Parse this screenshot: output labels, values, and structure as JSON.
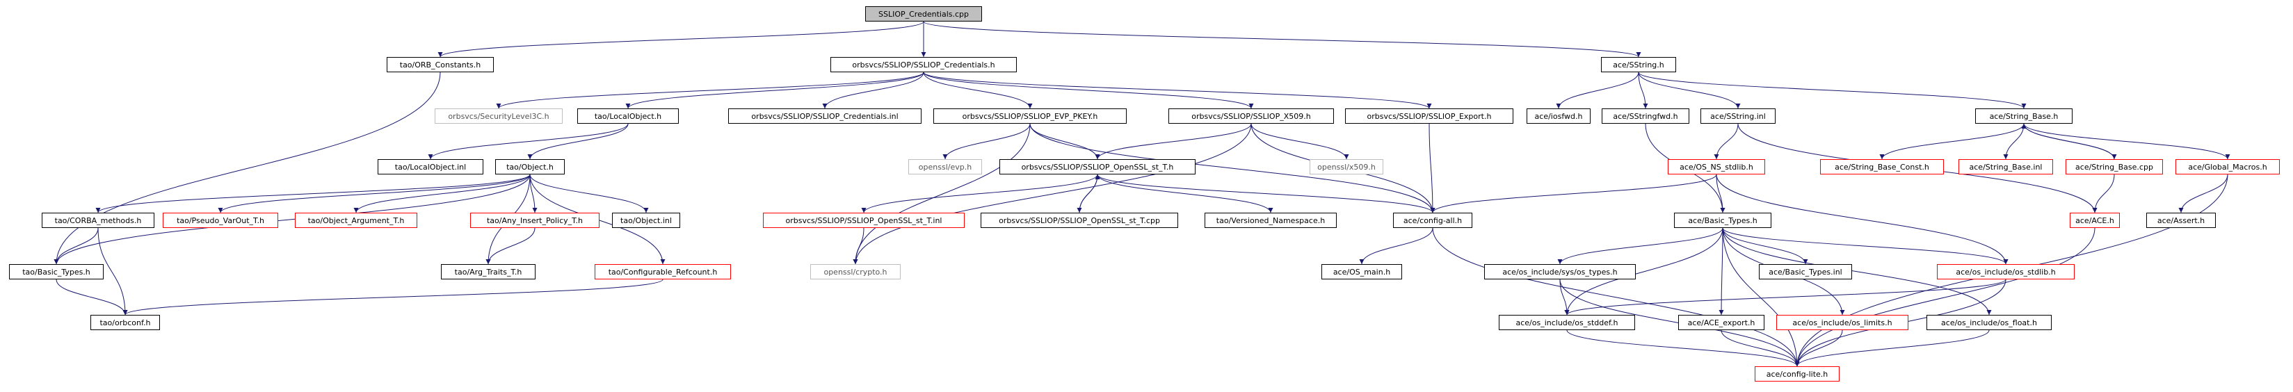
{
  "colors": {
    "edge": "#191970",
    "root_fill": "#bfbfbf",
    "missing_border": "#ff0000",
    "undocumented_border": "#bfbfbf"
  },
  "nodes": {
    "root": "SSLIOP_Credentials.cpp",
    "orb_constants": "tao/ORB_Constants.h",
    "ssliop_credentials_h": "orbsvcs/SSLIOP/SSLIOP_Credentials.h",
    "sstring_h": "ace/SString.h",
    "security_level3": "orbsvcs/SecurityLevel3C.h",
    "local_object_h": "tao/LocalObject.h",
    "ssliop_credentials_inl": "orbsvcs/SSLIOP/SSLIOP_Credentials.inl",
    "evp_pkey_h": "orbsvcs/SSLIOP/SSLIOP_EVP_PKEY.h",
    "x509_h": "orbsvcs/SSLIOP/SSLIOP_X509.h",
    "export_h": "orbsvcs/SSLIOP/SSLIOP_Export.h",
    "iosfwd": "ace/iosfwd.h",
    "sstringfwd": "ace/SStringfwd.h",
    "sstring_inl": "ace/SString.inl",
    "string_base_h": "ace/String_Base.h",
    "local_object_inl": "tao/LocalObject.inl",
    "object_h": "tao/Object.h",
    "openssl_evp": "openssl/evp.h",
    "openssl_st_h": "orbsvcs/SSLIOP/SSLIOP_OpenSSL_st_T.h",
    "openssl_x509": "openssl/x509.h",
    "os_ns_stdlib": "ace/OS_NS_stdlib.h",
    "string_base_const": "ace/String_Base_Const.h",
    "string_base_inl": "ace/String_Base.inl",
    "string_base_cpp": "ace/String_Base.cpp",
    "global_macros": "ace/Global_Macros.h",
    "corba_methods": "tao/CORBA_methods.h",
    "pseudo_varout": "tao/Pseudo_VarOut_T.h",
    "object_argument": "tao/Object_Argument_T.h",
    "any_insert_policy": "tao/Any_Insert_Policy_T.h",
    "object_inl": "tao/Object.inl",
    "openssl_st_inl": "orbsvcs/SSLIOP/SSLIOP_OpenSSL_st_T.inl",
    "openssl_st_cpp": "orbsvcs/SSLIOP/SSLIOP_OpenSSL_st_T.cpp",
    "versioned_namespace": "tao/Versioned_Namespace.h",
    "config_all": "ace/config-all.h",
    "basic_types_ace": "ace/Basic_Types.h",
    "ace_h": "ace/ACE.h",
    "assert_h": "ace/Assert.h",
    "basic_types_tao": "tao/Basic_Types.h",
    "arg_traits": "tao/Arg_Traits_T.h",
    "configurable_refcount": "tao/Configurable_Refcount.h",
    "openssl_crypto": "openssl/crypto.h",
    "os_main": "ace/OS_main.h",
    "sys_types": "ace/os_include/sys/os_types.h",
    "basic_types_inl": "ace/Basic_Types.inl",
    "os_stdlib": "ace/os_include/os_stdlib.h",
    "orbconf": "tao/orbconf.h",
    "os_stddef": "ace/os_include/os_stddef.h",
    "ace_export": "ace/ACE_export.h",
    "os_limits": "ace/os_include/os_limits.h",
    "os_float": "ace/os_include/os_float.h",
    "config_lite": "ace/config-lite.h"
  }
}
